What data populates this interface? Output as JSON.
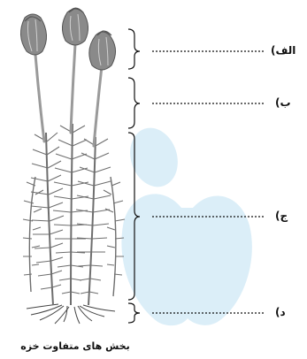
{
  "labels": {
    "a": "الف)",
    "b": "ب)",
    "c": "ج)",
    "d": "د)"
  },
  "caption": "بخش های متفاوت خزه",
  "colors": {
    "watermark": "#dbeef8",
    "capsule": "#8a8a8a",
    "leaves": "#6e6e6e",
    "line": "#111111"
  }
}
